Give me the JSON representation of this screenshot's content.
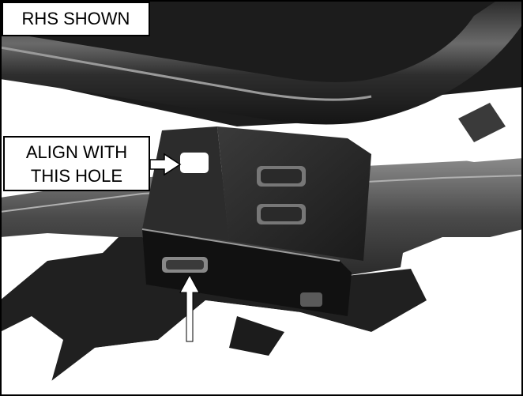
{
  "figure": {
    "labels": {
      "view_side": "RHS SHOWN",
      "align_line1": "ALIGN WITH",
      "align_line2": "THIS HOLE"
    },
    "colors": {
      "background": "#ffffff",
      "dark_part": "#1a1a1a",
      "mid_part": "#3c3c3c",
      "highlight": "#8a8a8a",
      "arrow": "#ffffff"
    },
    "icons": [
      "arrow-right-icon",
      "arrow-up-icon"
    ]
  }
}
